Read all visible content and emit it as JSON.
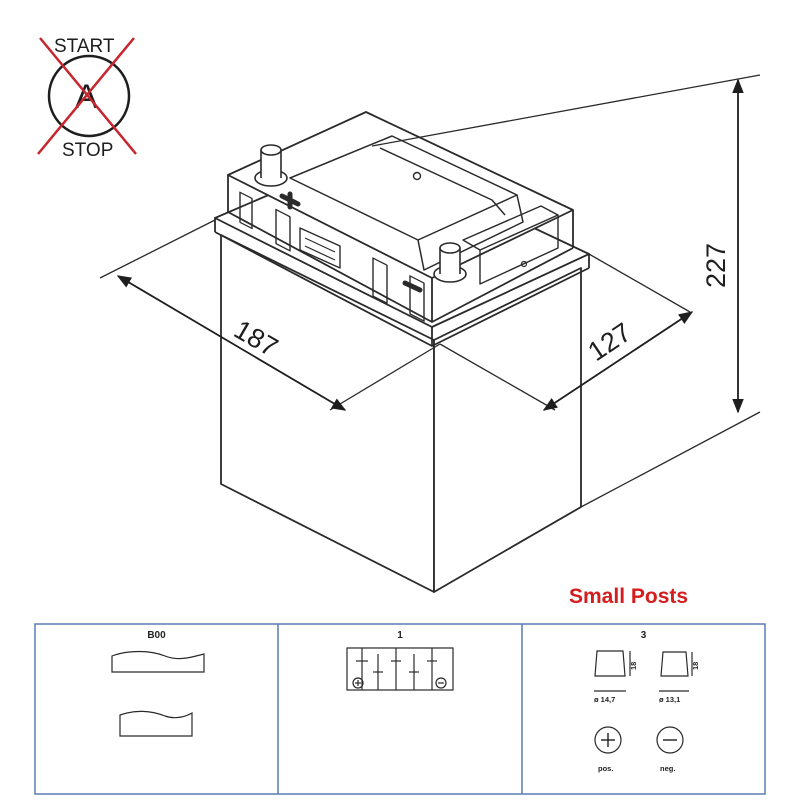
{
  "logo": {
    "top_text": "START",
    "bottom_text": "STOP",
    "letter": "A",
    "cross_color": "#c8262e"
  },
  "dimensions": {
    "length": "187",
    "width": "127",
    "height": "227"
  },
  "heading": {
    "text": "Small Posts",
    "color": "#d41d1d"
  },
  "panels": [
    {
      "title": "B00"
    },
    {
      "title": "1"
    },
    {
      "title": "3",
      "pos_diameter": "ø 14,7",
      "neg_diameter": "ø 13,1",
      "post_height": "18",
      "pos_label": "pos.",
      "neg_label": "neg."
    }
  ],
  "colors": {
    "line": "#2a2a2a",
    "table_border": "#5b7db3"
  }
}
